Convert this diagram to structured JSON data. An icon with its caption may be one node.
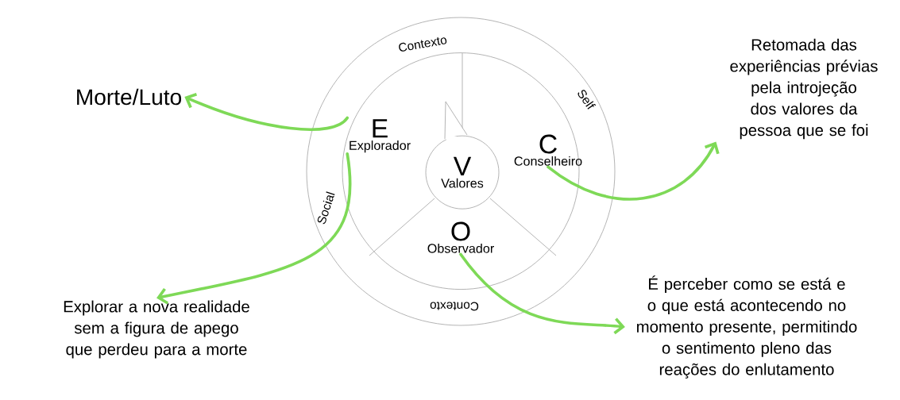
{
  "diagram": {
    "nodes": [
      {
        "text": [
          "Contexto",
          "Self",
          "Social",
          "Contexto"
        ]
      },
      {
        "text": [],
        "shape": "circle",
        "in": 0
      },
      {
        "text": [
          "E",
          "Explorador"
        ],
        "in": 1
      },
      {
        "text": [
          "C",
          "Conselheiro"
        ],
        "in": 1
      },
      {
        "text": [
          "O",
          "Observador"
        ],
        "in": 1
      },
      {
        "text": [
          "V",
          "Valores"
        ],
        "in": 1
      },
      {
        "text": [
          "Morte/Luto"
        ]
      },
      {
        "text": [
          "Retomada das experiências prévias pela introjeção dos valores da pessoa que se foi"
        ]
      },
      {
        "text": [
          "Explorar a nova realidade sem a figura de apego que perdeu para a morte"
        ]
      },
      {
        "text": [
          "É perceber como se está e o que está acontecendo no momento presente, permitindo o sentimento pleno das reações do enlutamento"
        ]
      }
    ],
    "edges": [
      {
        "from": 2,
        "to": 6,
        "arrow": "to"
      },
      {
        "from": 2,
        "to": 8,
        "arrow": "to"
      },
      {
        "from": 3,
        "to": 7,
        "arrow": "to"
      },
      {
        "from": 4,
        "to": 9,
        "arrow": "to"
      }
    ]
  }
}
